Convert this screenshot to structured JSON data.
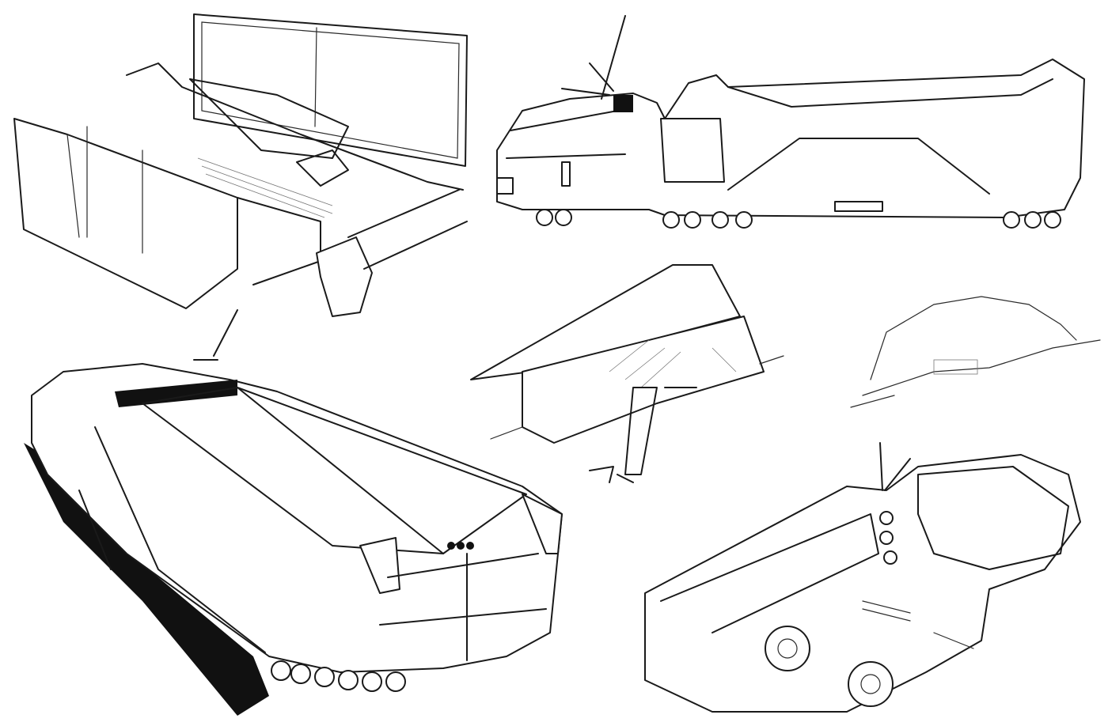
{
  "colors": {
    "background": "#ffffff",
    "ink": "#1a1a1a",
    "shadow": "#111111"
  },
  "sketches": [
    {
      "id": "open-cargo-bed"
    },
    {
      "id": "vehicle-side-view"
    },
    {
      "id": "vehicle-rear-three-quarter"
    },
    {
      "id": "open-compartment-detail"
    },
    {
      "id": "partial-outline-sketch"
    },
    {
      "id": "vehicle-underside-view"
    }
  ]
}
